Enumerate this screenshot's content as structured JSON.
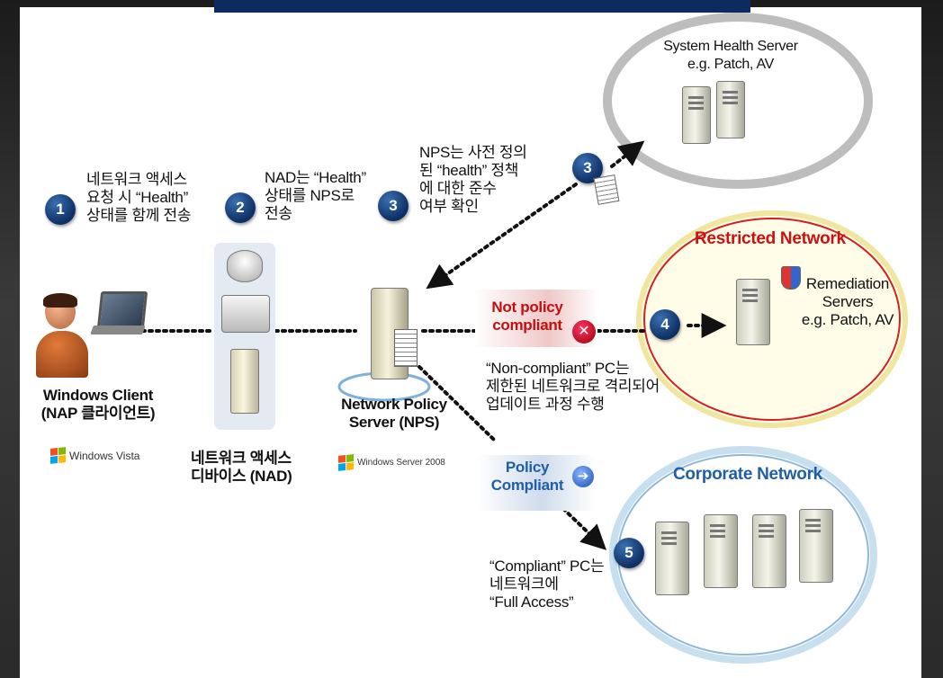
{
  "steps": {
    "s1": {
      "num": "1",
      "text": "네트워크 액세스\n요청 시 “Health”\n상태를 함께 전송"
    },
    "s2": {
      "num": "2",
      "text": "NAD는 “Health”\n상태를  NPS로\n전송"
    },
    "s3": {
      "num": "3",
      "text": "NPS는 사전 정의\n된 “health” 정책\n에 대한 준수\n여부 확인"
    },
    "s3b": {
      "num": "3"
    },
    "s4": {
      "num": "4"
    },
    "s5": {
      "num": "5"
    }
  },
  "nodes": {
    "client": {
      "label": "Windows Client\n(NAP 클라이언트)",
      "logo": "Windows Vista"
    },
    "nad": {
      "label": "네트워크 액세스\n디바이스 (NAD)"
    },
    "nps": {
      "label": "Network Policy\nServer (NPS)",
      "logo": "Windows Server 2008"
    },
    "health_server": {
      "label": "System Health Server\ne.g. Patch, AV"
    },
    "restricted": {
      "title": "Restricted Network",
      "label": "Remediation\nServers\ne.g. Patch, AV"
    },
    "corporate": {
      "title": "Corporate Network"
    }
  },
  "flows": {
    "not_compliant": {
      "label": "Not policy\ncompliant",
      "note": "“Non-compliant” PC는\n 제한된 네트워크로 격리되어\n업데이트 과정 수행"
    },
    "compliant": {
      "label": "Policy\nCompliant",
      "note": "“Compliant” PC는\n네트워크에\n“Full Access”"
    }
  },
  "colors": {
    "badge": "#0e2f63",
    "restricted_title": "#cc1111",
    "corporate_title": "#1f5fa8",
    "topbar": "#0d2b5e"
  }
}
